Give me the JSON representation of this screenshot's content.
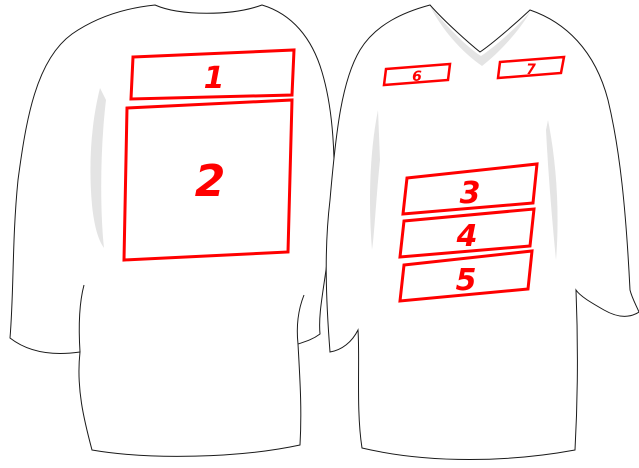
{
  "colors": {
    "accent": "#ff0000",
    "outline": "#1a1a1a",
    "shade": "#e4e4e4",
    "background": "#ffffff"
  },
  "back_shirt": {
    "zones": [
      {
        "label": "1"
      },
      {
        "label": "2"
      }
    ]
  },
  "front_shirt": {
    "zones": [
      {
        "label": "6"
      },
      {
        "label": "7"
      },
      {
        "label": "3"
      },
      {
        "label": "4"
      },
      {
        "label": "5"
      }
    ]
  }
}
